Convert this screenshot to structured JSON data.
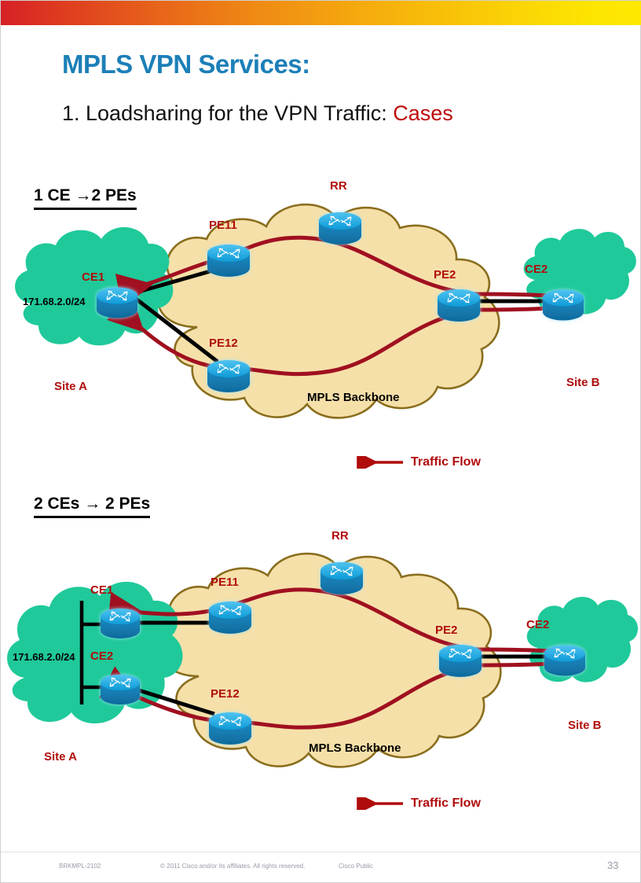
{
  "header": {
    "gradient_from": "#d62026",
    "gradient_to": "#ffe800"
  },
  "title": {
    "main": "MPLS VPN Services:",
    "sub_prefix": "1. Loadsharing for the VPN Traffic: ",
    "sub_accent": "Cases",
    "main_color": "#1C7FB8",
    "accent_color": "#BE0A0A"
  },
  "colors": {
    "site_cloud": "#1FC99A",
    "backbone_cloud": "#F6E0A9",
    "backbone_cloud_border": "#8A6E1E",
    "traffic_line": "#A01020",
    "link_line": "#000000",
    "router_top": "#29ABE2",
    "router_body": "#1277AE",
    "label_red": "#B00C0C"
  },
  "diagrams": [
    {
      "id": "one-ce-two-pes",
      "heading": "1 CE →2 PEs",
      "site_a": {
        "name": "Site A",
        "subnet": "171.68.2.0/24",
        "routers": [
          {
            "id": "ce1",
            "label": "CE1"
          }
        ]
      },
      "backbone": {
        "name": "MPLS Backbone",
        "routers": [
          {
            "id": "rr",
            "label": "RR"
          },
          {
            "id": "pe11",
            "label": "PE11"
          },
          {
            "id": "pe12",
            "label": "PE12"
          },
          {
            "id": "pe2",
            "label": "PE2"
          }
        ]
      },
      "site_b": {
        "name": "Site B",
        "routers": [
          {
            "id": "ce2",
            "label": "CE2"
          }
        ]
      },
      "legend": {
        "label": "Traffic Flow",
        "direction": "left"
      }
    },
    {
      "id": "two-ces-two-pes",
      "heading": "2 CEs → 2 PEs",
      "site_a": {
        "name": "Site A",
        "subnet": "171.68.2.0/24",
        "routers": [
          {
            "id": "ce1",
            "label": "CE1"
          },
          {
            "id": "ce2",
            "label": "CE2"
          }
        ]
      },
      "backbone": {
        "name": "MPLS Backbone",
        "routers": [
          {
            "id": "rr",
            "label": "RR"
          },
          {
            "id": "pe11",
            "label": "PE11"
          },
          {
            "id": "pe12",
            "label": "PE12"
          },
          {
            "id": "pe2",
            "label": "PE2"
          }
        ]
      },
      "site_b": {
        "name": "Site B",
        "routers": [
          {
            "id": "ce2",
            "label": "CE2"
          }
        ]
      },
      "legend": {
        "label": "Traffic Flow",
        "direction": "left"
      }
    }
  ],
  "footer": {
    "code": "BRKMPL-2102",
    "copyright": "© 2011 Cisco and/or its affiliates. All rights reserved.",
    "classification": "Cisco Public",
    "page_number": "33"
  }
}
